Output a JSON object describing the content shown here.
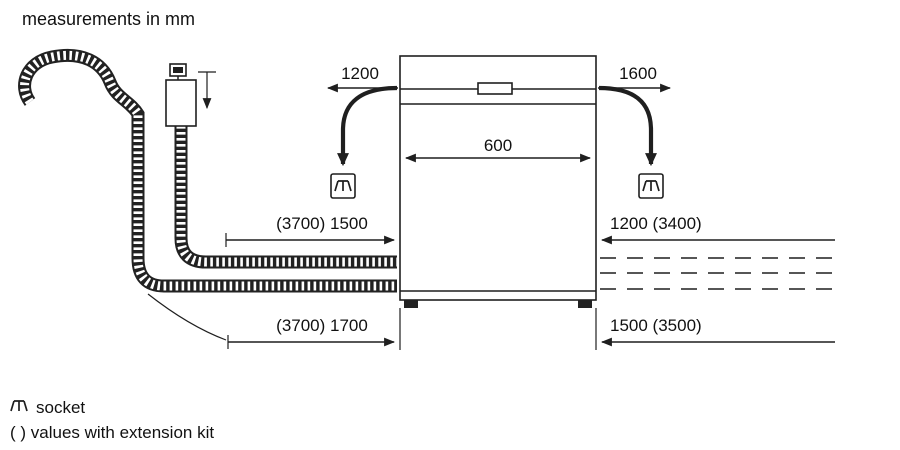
{
  "title": "measurements in mm",
  "measurements": {
    "top_left_socket_distance": "1200",
    "top_right_socket_distance": "1600",
    "appliance_width": "600",
    "mid_left_hose_length": "(3700) 1500",
    "mid_right_hose_length": "1200 (3400)",
    "bottom_left_hose_length": "(3700) 1700",
    "bottom_right_hose_length": "1500 (3500)"
  },
  "legend": {
    "socket_label": "socket",
    "extension_note": "( ) values with extension kit"
  },
  "icons": {
    "socket": "power-socket-icon",
    "tap": "water-tap-icon"
  },
  "colors": {
    "line": "#1f1f1f",
    "text": "#111111",
    "background": "#ffffff"
  }
}
